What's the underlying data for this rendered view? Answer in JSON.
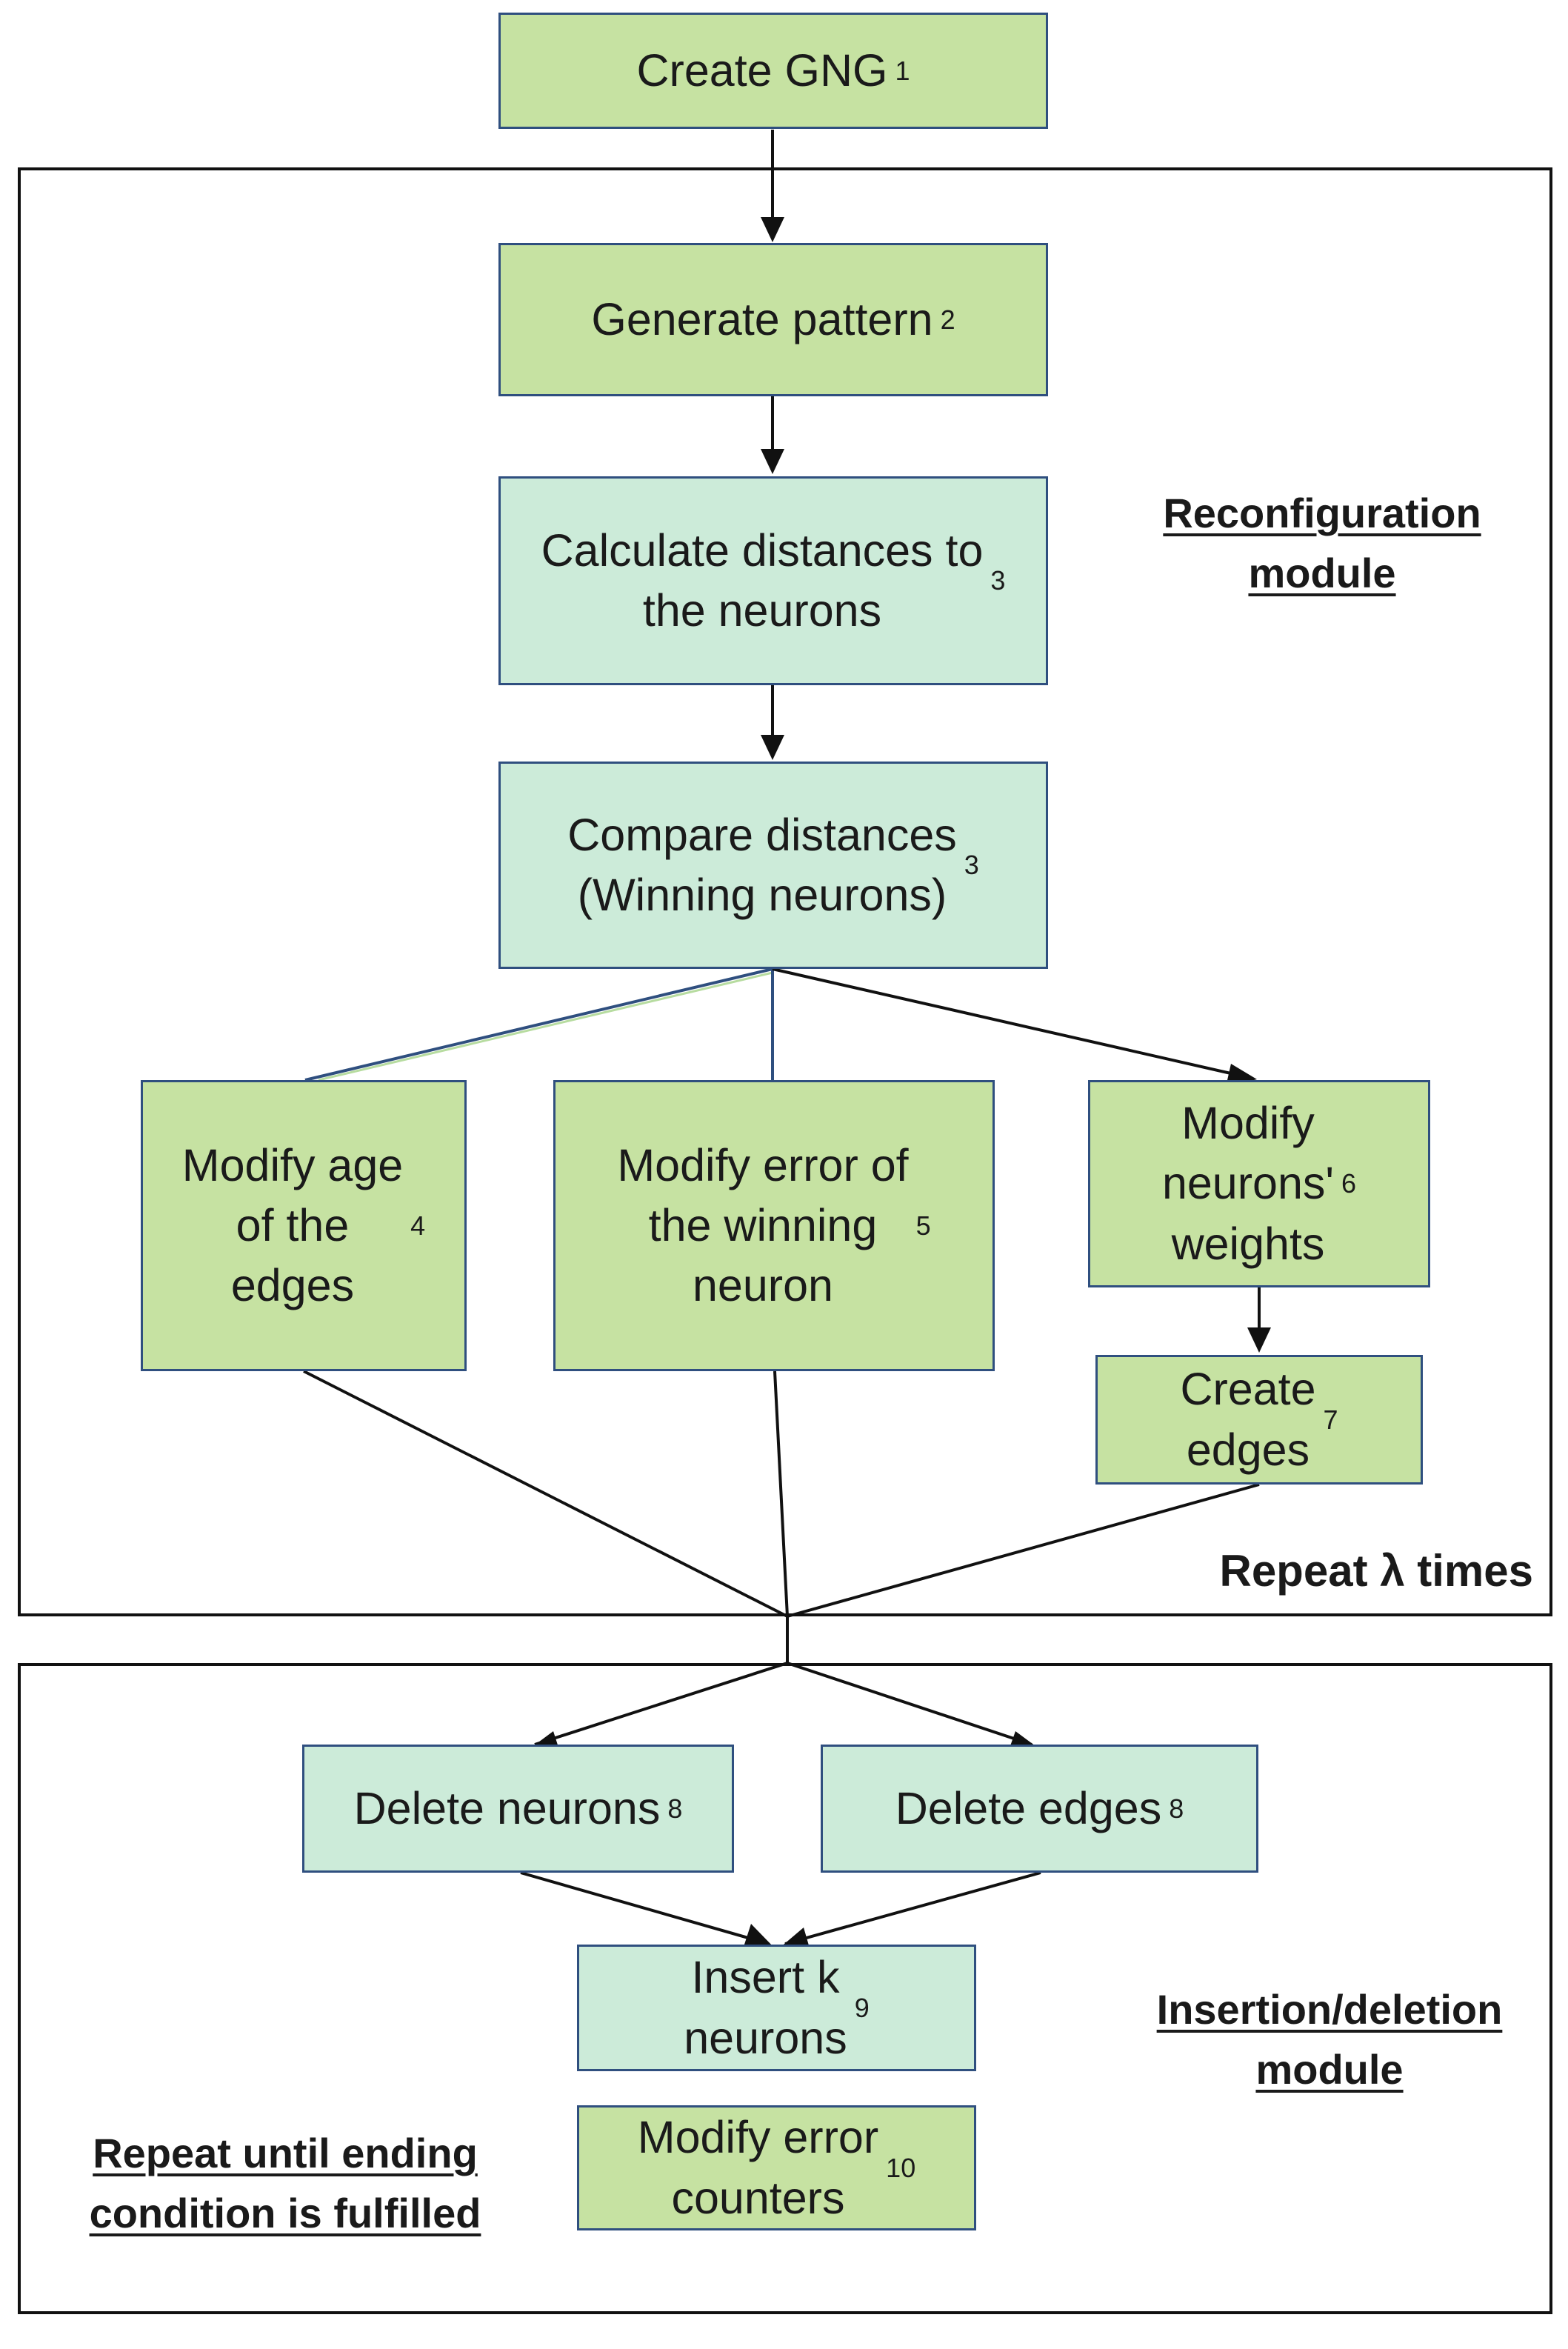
{
  "steps": {
    "create_gng": {
      "text": "Create GNG",
      "index": "1"
    },
    "generate_pattern": {
      "text": "Generate pattern",
      "index": "2"
    },
    "calculate_distances": {
      "text": "Calculate distances to\nthe neurons",
      "index": "3"
    },
    "compare_distances": {
      "text": "Compare distances\n(Winning neurons)",
      "index": "3"
    },
    "modify_age": {
      "text": "Modify age\nof the\nedges",
      "index": "4"
    },
    "modify_error": {
      "text": "Modify error of\nthe winning\nneuron",
      "index": "5"
    },
    "modify_weights": {
      "text": "Modify\nneurons'\nweights",
      "index": "6"
    },
    "create_edges": {
      "text": "Create\nedges",
      "index": "7"
    },
    "delete_neurons": {
      "text": "Delete neurons",
      "index": "8"
    },
    "delete_edges": {
      "text": "Delete edges",
      "index": "8"
    },
    "insert_neurons": {
      "text": "Insert k\nneurons",
      "index": "9"
    },
    "modify_counters": {
      "text": "Modify error\ncounters",
      "index": "10"
    }
  },
  "labels": {
    "reconfiguration_module": "Reconfiguration\nmodule",
    "repeat_lambda": "Repeat λ times",
    "insertion_module": "Insertion/deletion\nmodule",
    "repeat_until": "Repeat until ending\ncondition is fulfilled"
  },
  "colors": {
    "green_box": "#c6e2a2",
    "mint_box": "#ccebd9",
    "box_border": "#2f4f7f",
    "line": "#111111"
  }
}
